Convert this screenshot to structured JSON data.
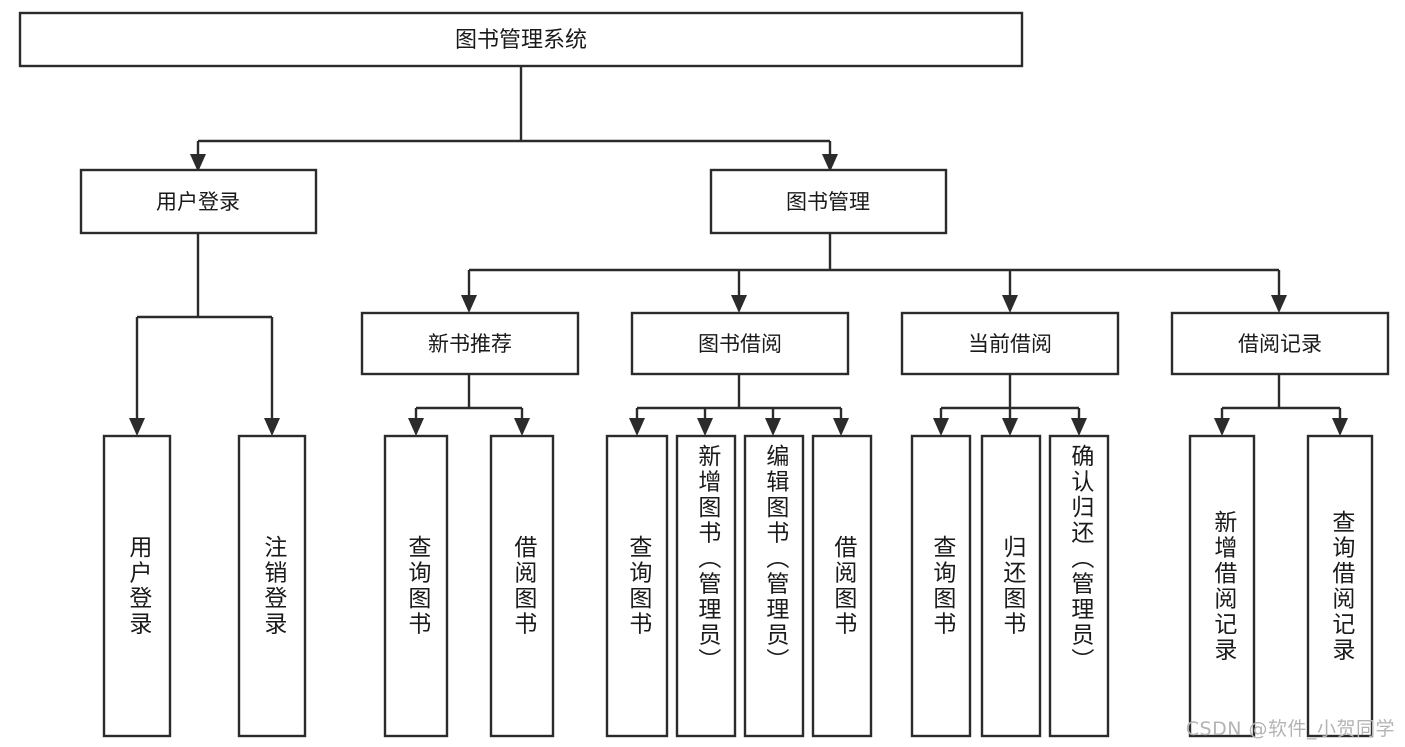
{
  "diagram": {
    "title": "图书管理系统",
    "type": "tree-hierarchy",
    "watermark": "CSDN @软件_小贺同学",
    "colors": {
      "stroke": "#2b2b2b",
      "node_fill": "#ffffff",
      "text": "#1a1a1a",
      "background": "#ffffff",
      "watermark": "#b4b4b4"
    },
    "root": {
      "label": "图书管理系统"
    },
    "level2": [
      {
        "label": "用户登录"
      },
      {
        "label": "图书管理"
      }
    ],
    "level3": [
      {
        "label": "新书推荐"
      },
      {
        "label": "图书借阅"
      },
      {
        "label": "当前借阅"
      },
      {
        "label": "借阅记录"
      }
    ],
    "leaves": {
      "user_login": [
        {
          "label": "用户登录"
        },
        {
          "label": "注销登录"
        }
      ],
      "new_book": [
        {
          "label": "查询图书"
        },
        {
          "label": "借阅图书"
        }
      ],
      "book_borrow": [
        {
          "label": "查询图书"
        },
        {
          "label": "新增图书（管理员）"
        },
        {
          "label": "编辑图书（管理员）"
        },
        {
          "label": "借阅图书"
        }
      ],
      "current_borrow": [
        {
          "label": "查询图书"
        },
        {
          "label": "归还图书"
        },
        {
          "label": "确认归还（管理员）"
        }
      ],
      "borrow_record": [
        {
          "label": "新增借阅记录"
        },
        {
          "label": "查询借阅记录"
        }
      ]
    }
  }
}
